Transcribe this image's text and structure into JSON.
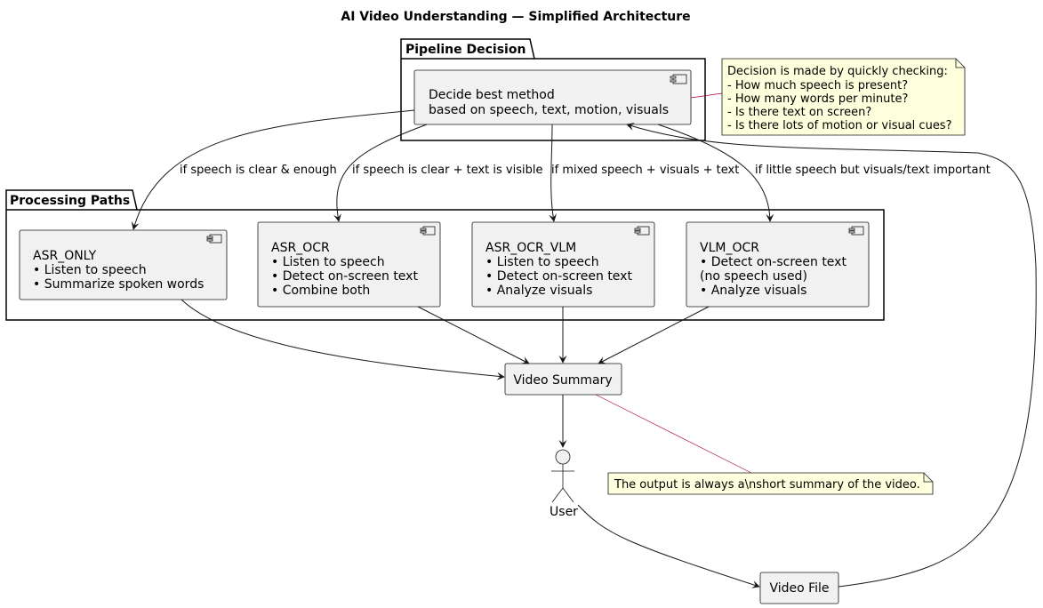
{
  "title": "AI Video Understanding — Simplified Architecture",
  "packages": {
    "decision": "Pipeline Decision",
    "paths": "Processing Paths"
  },
  "decide": {
    "lines": [
      "Decide best method",
      "based on speech, text, motion, visuals"
    ]
  },
  "decision_note": {
    "lines": [
      "Decision is made by quickly checking:",
      "- How much speech is present?",
      "- How many words per minute?",
      "- Is there text on screen?",
      "- Is there lots of motion or visual cues?"
    ]
  },
  "paths": [
    {
      "name": "ASR_ONLY",
      "lines": [
        "ASR_ONLY",
        "• Listen to speech",
        "• Summarize spoken words"
      ]
    },
    {
      "name": "ASR_OCR",
      "lines": [
        "ASR_OCR",
        "• Listen to speech",
        "• Detect on-screen text",
        "• Combine both"
      ]
    },
    {
      "name": "ASR_OCR_VLM",
      "lines": [
        "ASR_OCR_VLM",
        "• Listen to speech",
        "• Detect on-screen text",
        "• Analyze visuals"
      ]
    },
    {
      "name": "VLM_OCR",
      "lines": [
        "VLM_OCR",
        "• Detect on-screen text",
        "(no speech used)",
        "• Analyze visuals"
      ]
    }
  ],
  "edge_labels": [
    "if speech is clear & enough",
    "if speech is clear + text is visible",
    "if mixed speech + visuals + text",
    "if little speech but visuals/text important"
  ],
  "summary": "Video Summary",
  "summary_note": "The output is always a\\nshort summary of the video.",
  "user": "User",
  "video_file": "Video File",
  "colors": {
    "box_fill": "#F1F1F1",
    "box_stroke": "#181818",
    "note_fill": "#FEFFDD",
    "note_stroke": "#181818",
    "note_link": "#A80036"
  }
}
